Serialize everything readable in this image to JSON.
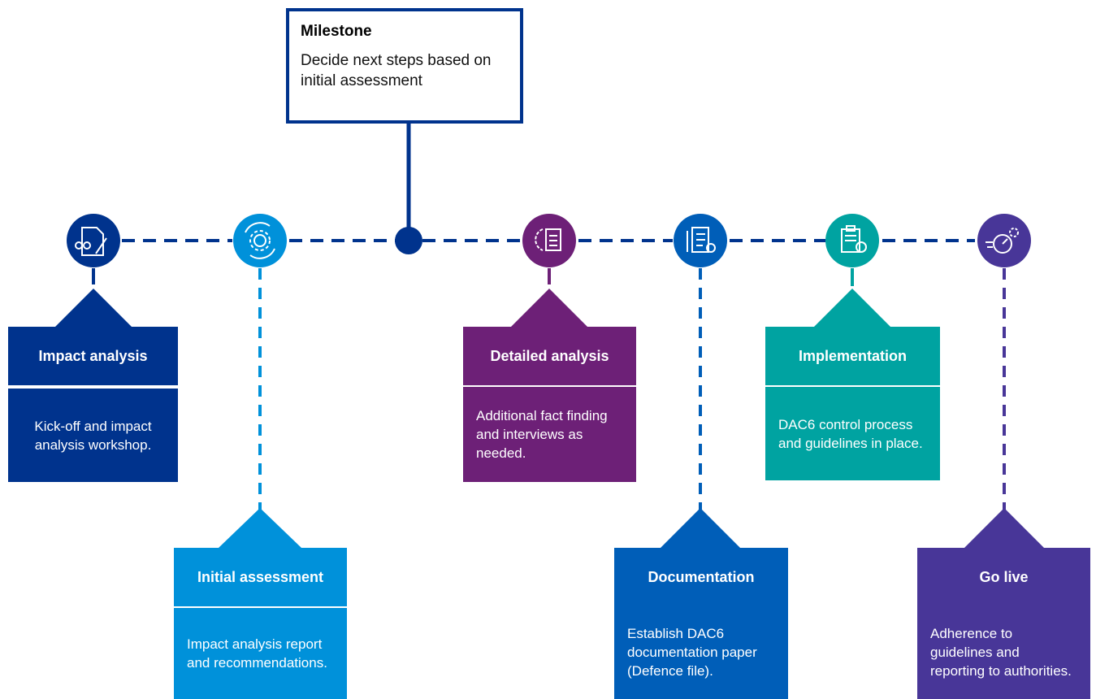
{
  "milestone": {
    "title": "Milestone",
    "text": "Decide next steps based on initial assessment"
  },
  "steps": [
    {
      "label": "Impact analysis",
      "description": "Kick-off and impact analysis workshop.",
      "color": "#00338d",
      "icon": "document-edit-icon"
    },
    {
      "label": "Initial assessment",
      "description": "Impact analysis report and recommendations.",
      "color": "#0091da",
      "icon": "gear-cycle-icon"
    },
    {
      "label": "Detailed analysis",
      "description": "Additional fact finding and interviews as needed.",
      "color": "#6d2077",
      "icon": "gear-document-icon"
    },
    {
      "label": "Documentation",
      "description": "Establish DAC6 documentation paper (Defence file).",
      "color": "#005eb8",
      "icon": "checklist-gear-icon"
    },
    {
      "label": "Implementation",
      "description": "DAC6 control process and guidelines in place.",
      "color": "#00a3a1",
      "icon": "clipboard-check-icon"
    },
    {
      "label": "Go live",
      "description": "Adherence to guidelines and reporting to authorities.",
      "color": "#483698",
      "icon": "speedometer-gear-icon"
    }
  ],
  "colors": {
    "timeline": "#00338d",
    "milestone_dot": "#00338d"
  }
}
